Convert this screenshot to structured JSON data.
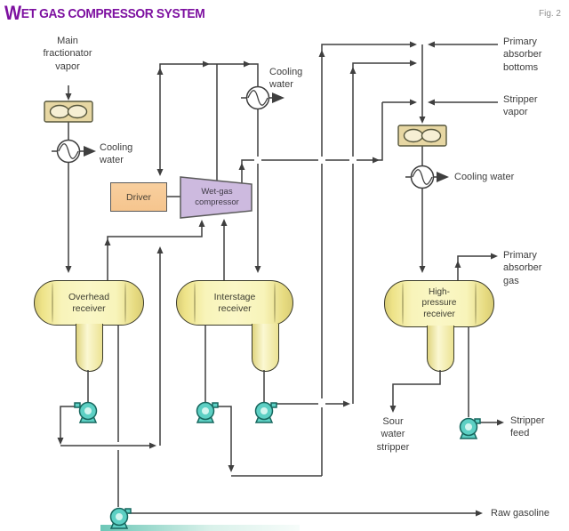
{
  "title": {
    "lead": "W",
    "rest": "ET GAS COMPRESSOR SYSTEM"
  },
  "figure_label": "Fig. 2",
  "labels": {
    "main_fractionator_vapor": "Main\nfractionator\nvapor",
    "cooling_water_left": "Cooling\nwater",
    "cooling_water_mid": "Cooling\nwater",
    "cooling_water_right": "Cooling water",
    "primary_absorber_bottoms": "Primary\nabsorber\nbottoms",
    "stripper_vapor": "Stripper\nvapor",
    "primary_absorber_gas": "Primary\nabsorber\ngas",
    "sour_water_stripper": "Sour\nwater\nstripper",
    "stripper_feed": "Stripper\nfeed",
    "raw_gasoline": "Raw gasoline"
  },
  "equipment": {
    "driver": "Driver",
    "compressor": "Wet-gas\ncompressor",
    "overhead_receiver": "Overhead\nreceiver",
    "interstage_receiver": "Interstage\nreceiver",
    "high_pressure_receiver": "High-\npressure\nreceiver"
  },
  "colors": {
    "line": "#3f3f3f",
    "label_text": "#3d3d3d",
    "title_purple": "#7d10a0",
    "fig_gray": "#8f8f8f",
    "vessel_fill_light": "#f8f4ba",
    "vessel_fill_dark": "#d9cd76",
    "vessel_stroke": "#3b3b2a",
    "finfan_fill": "#e7d7a3",
    "finfan_lobe": "#f6efd4",
    "finfan_stroke": "#55553b",
    "driver_fill": "#f6c58e",
    "driver_stroke": "#5a5a5a",
    "compressor_fill": "#cdbadf",
    "compressor_stroke": "#5a5a5a",
    "pump_fill": "#5dd0c4",
    "pump_stroke": "#17675e",
    "pump_highlight": "#d2f5ef",
    "exchanger_fill": "#ffffff",
    "footer_teal": "#6cc7b7"
  }
}
